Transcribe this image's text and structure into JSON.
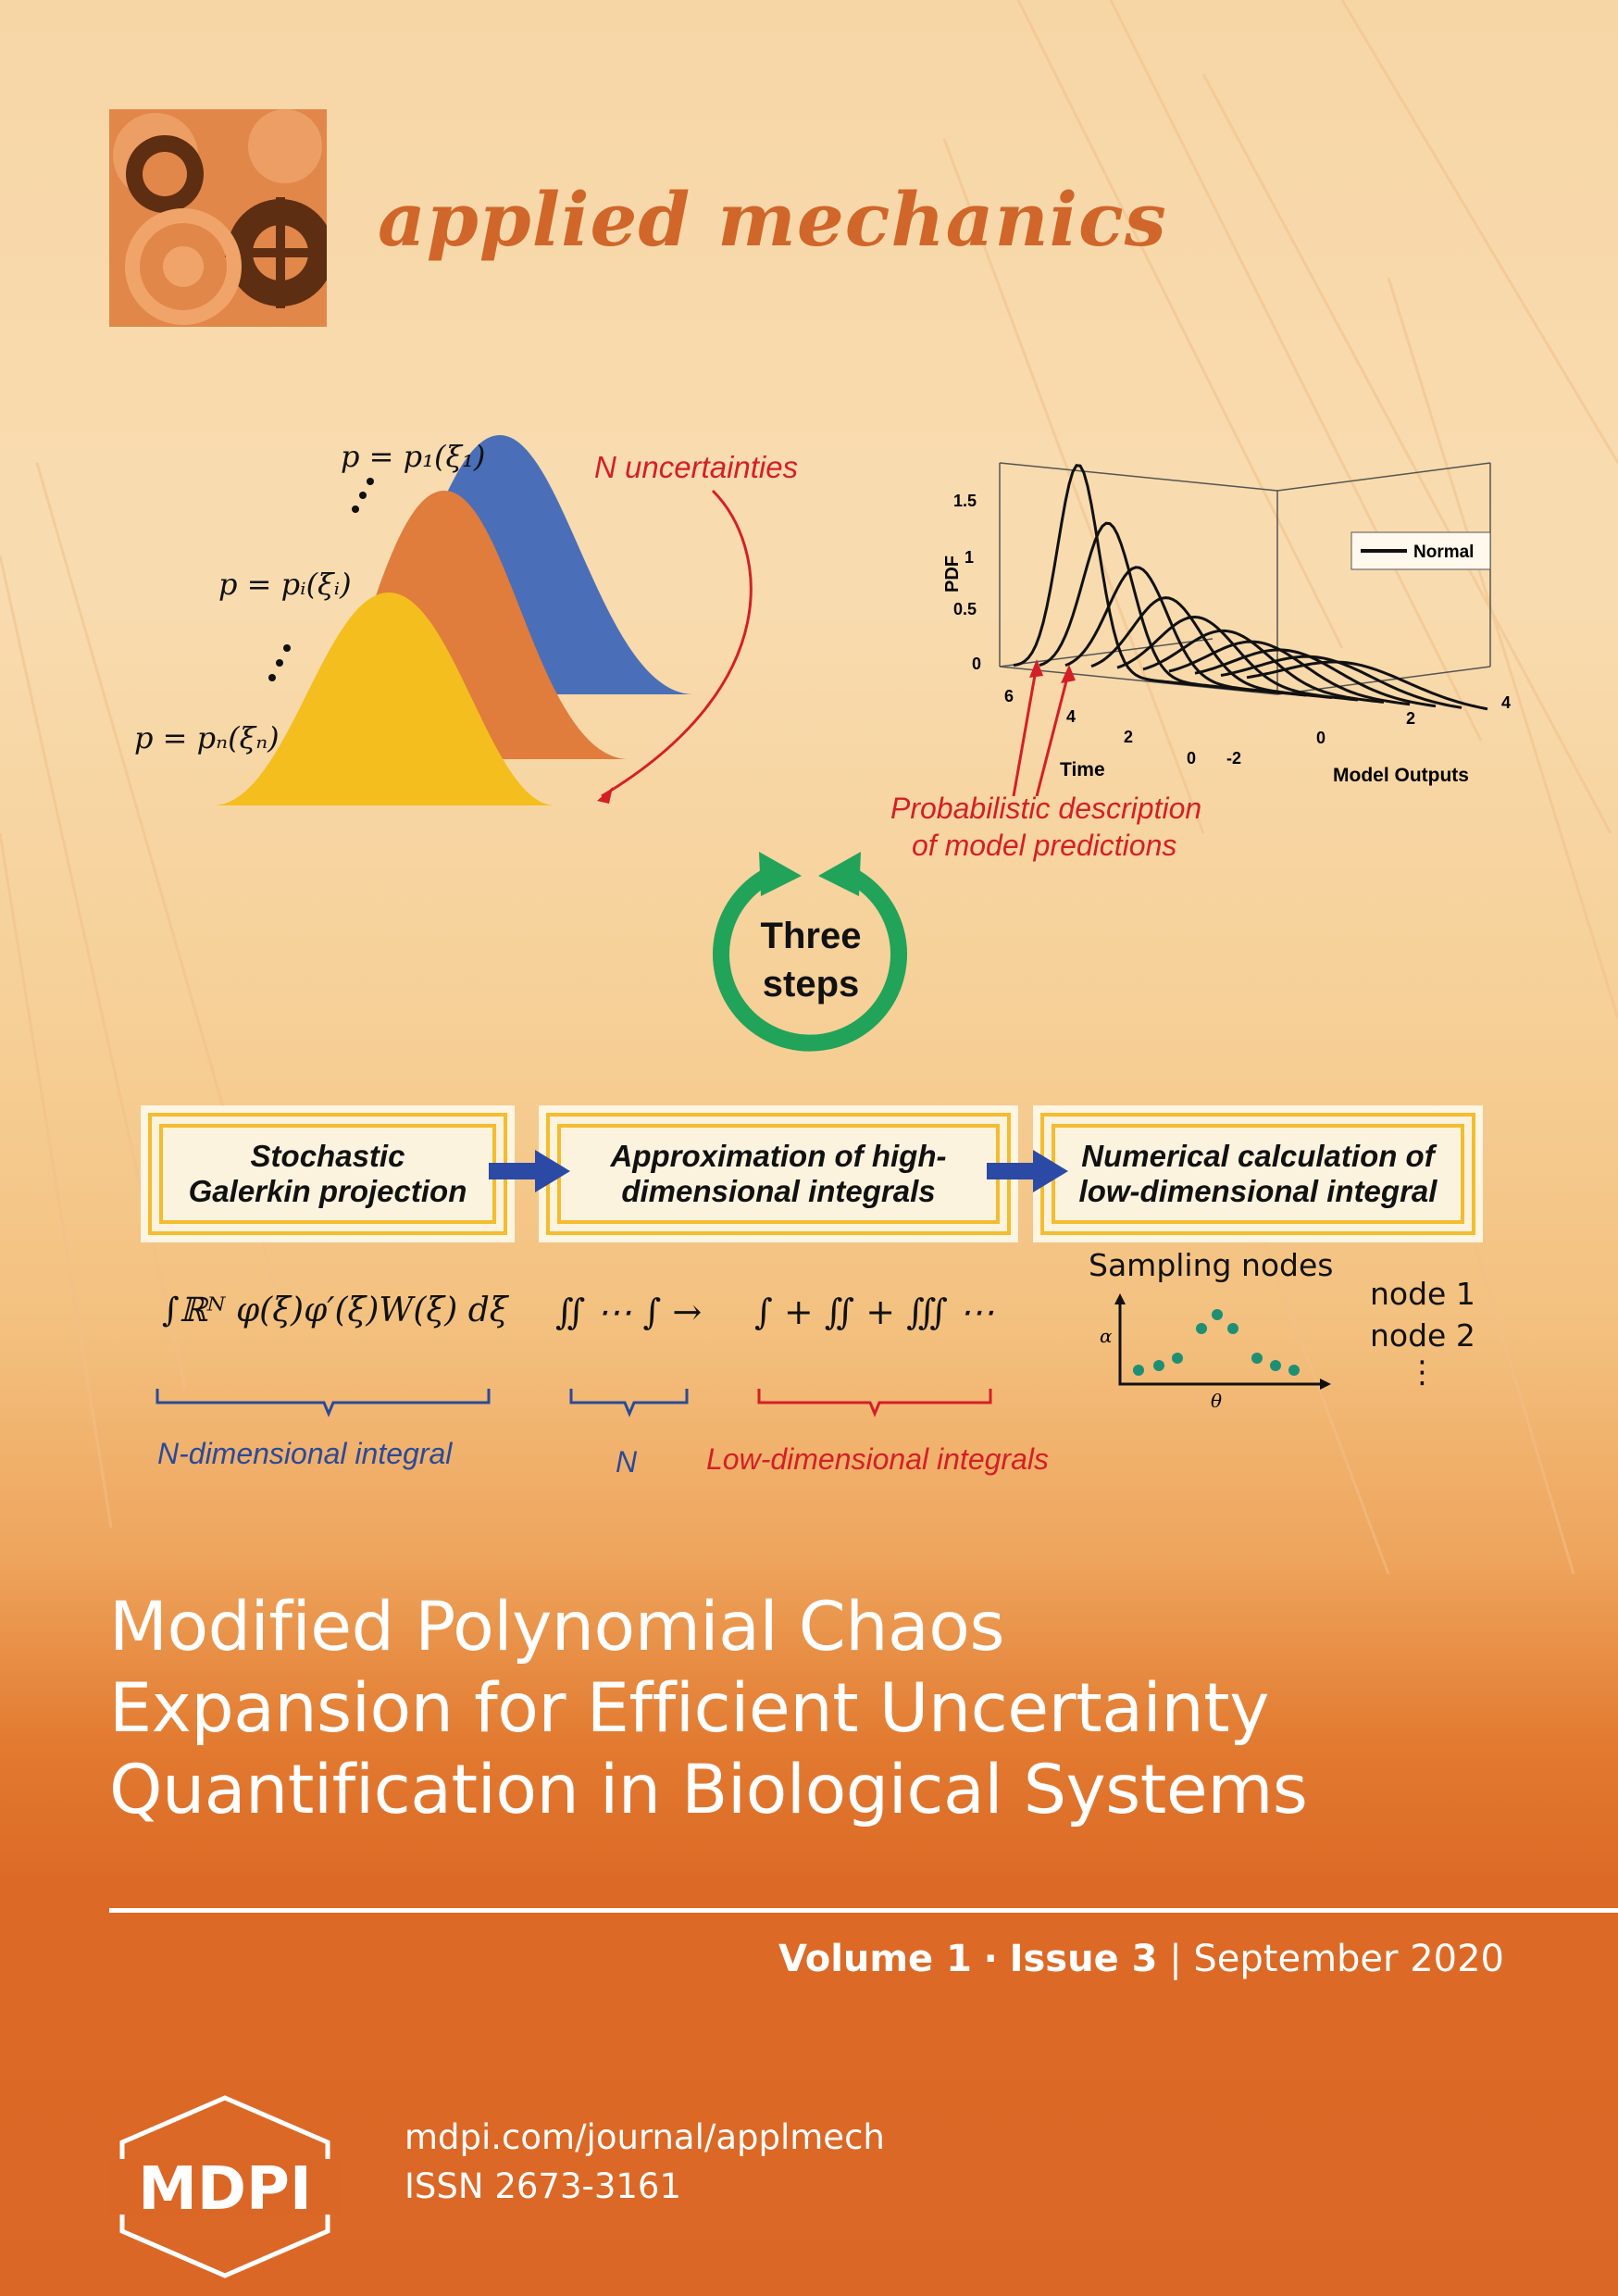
{
  "journal": {
    "name": "applied mechanics"
  },
  "uncertainty_figure": {
    "eq_first": "p = p₁(ξ₁)",
    "eq_mid": "p = pᵢ(ξᵢ)",
    "eq_last": "p = pₙ(ξₙ)",
    "annotation": "N uncertainties",
    "colors": {
      "blue": "#4a6fb8",
      "orange": "#e07c3c",
      "yellow": "#f4be1e"
    }
  },
  "chart_data": {
    "type": "line",
    "ylabel": "PDF",
    "xlabel": "Model Outputs",
    "zlabel": "Time",
    "y_ticks": [
      "1.5",
      "1",
      "0.5",
      "0"
    ],
    "x_ticks": [
      "-2",
      "0",
      "2",
      "4"
    ],
    "z_ticks": [
      "6",
      "4",
      "2",
      "0"
    ],
    "legend": "Normal",
    "series_peaks": [
      1.5,
      1.1,
      0.8,
      0.6,
      0.48,
      0.4,
      0.34,
      0.3,
      0.27,
      0.25
    ]
  },
  "chart_annotation": {
    "line1": "Probabilistic description",
    "line2": "of model predictions"
  },
  "cycle": {
    "line1": "Three",
    "line2": "steps"
  },
  "steps": [
    {
      "line1": "Stochastic",
      "line2": "Galerkin projection"
    },
    {
      "line1": "Approximation of high-",
      "line2": "dimensional integrals"
    },
    {
      "line1": "Numerical calculation of",
      "line2": "low-dimensional integral"
    }
  ],
  "formulas": {
    "integral1": "∫ℝᴺ φ(ξ)φ′(ξ)W(ξ) dξ",
    "integral2": "∬ ⋯ ∫ →",
    "integral3": "∫ + ∬ + ∭ ⋯",
    "label1": "N-dimensional integral",
    "label2": "N",
    "label3": "Low-dimensional integrals"
  },
  "sampling": {
    "title": "Sampling nodes",
    "y_axis": "α",
    "x_axis": "θ",
    "node1": "node 1",
    "node2": "node 2",
    "dots": "⋮"
  },
  "article": {
    "title_line1": "Modified Polynomial Chaos",
    "title_line2": "Expansion for Efficient Uncertainty",
    "title_line3": "Quantification in Biological Systems"
  },
  "issue": {
    "volume": "Volume 1",
    "sep": "·",
    "issue": "Issue 3",
    "bar": "|",
    "date": "September 2020"
  },
  "publisher": {
    "logo": "MDPI",
    "url": "mdpi.com/journal/applmech",
    "issn": "ISSN 2673-3161"
  }
}
